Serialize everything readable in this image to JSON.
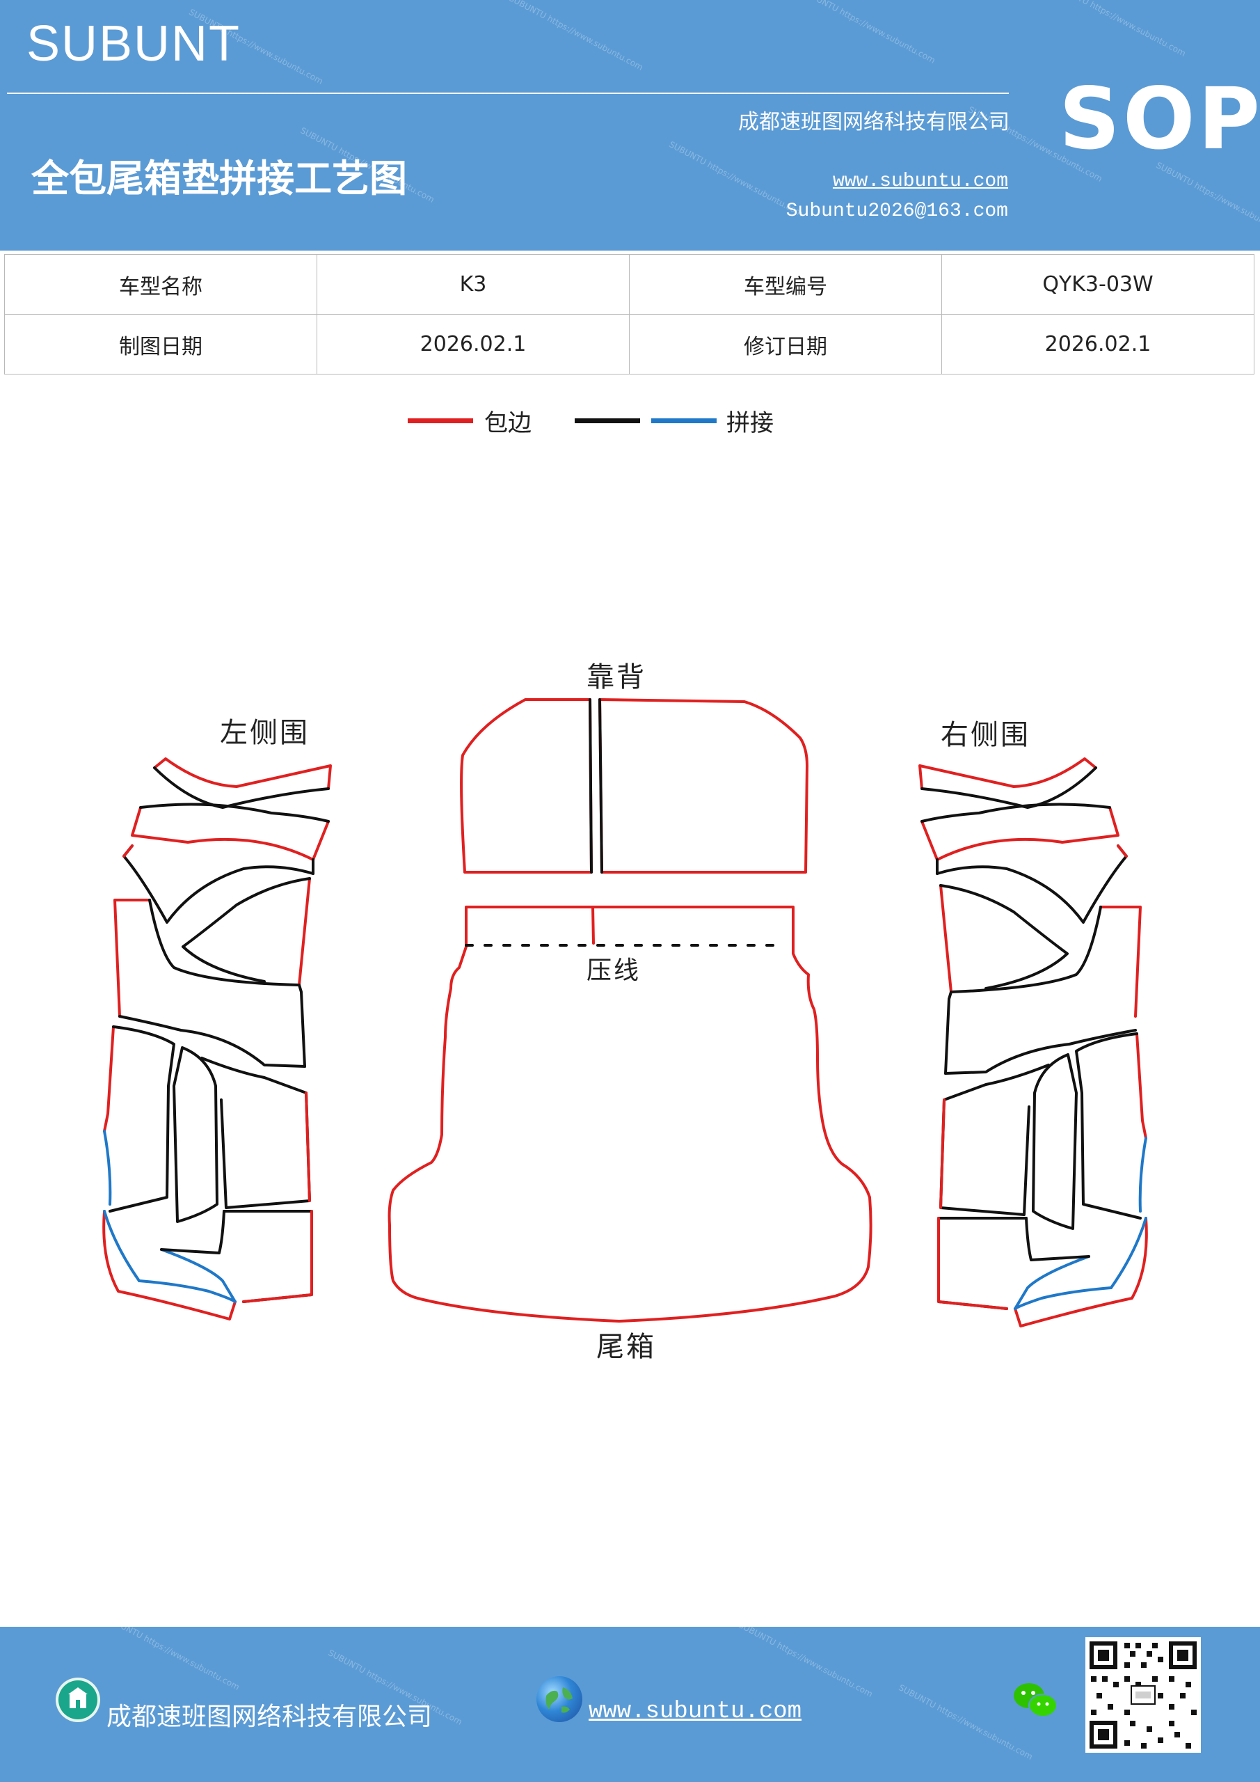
{
  "header": {
    "brand": "SUBUNT",
    "title": "全包尾箱垫拼接工艺图",
    "company": "成都速班图网络科技有限公司",
    "website": "www.subuntu.com",
    "email": "Subuntu2026@163.com",
    "badge": "SOP",
    "background_color": "#5b9bd5"
  },
  "info_table": {
    "rows": [
      [
        {
          "label": "车型名称",
          "value": "K3"
        },
        {
          "label": "车型编号",
          "value": "QYK3-03W"
        }
      ],
      [
        {
          "label": "制图日期",
          "value": "2026.02.1"
        },
        {
          "label": "修订日期",
          "value": "2026.02.1"
        }
      ]
    ]
  },
  "legend": {
    "items": [
      {
        "label": "包边",
        "color": "#e02020"
      },
      {
        "label": "",
        "color": "#111111"
      },
      {
        "label": "拼接",
        "color": "#1f78c8"
      }
    ]
  },
  "diagram": {
    "labels": {
      "left_side": "左侧围",
      "backrest": "靠背",
      "right_side": "右侧围",
      "crease": "压线",
      "trunk": "尾箱"
    },
    "colors": {
      "edge_binding": "#e02020",
      "seam": "#111111",
      "joint": "#1f78c8"
    }
  },
  "footer": {
    "company": "成都速班图网络科技有限公司",
    "website": "www.subuntu.com",
    "icons": [
      "building-icon",
      "globe-icon",
      "wechat-icon",
      "qr-code"
    ]
  }
}
